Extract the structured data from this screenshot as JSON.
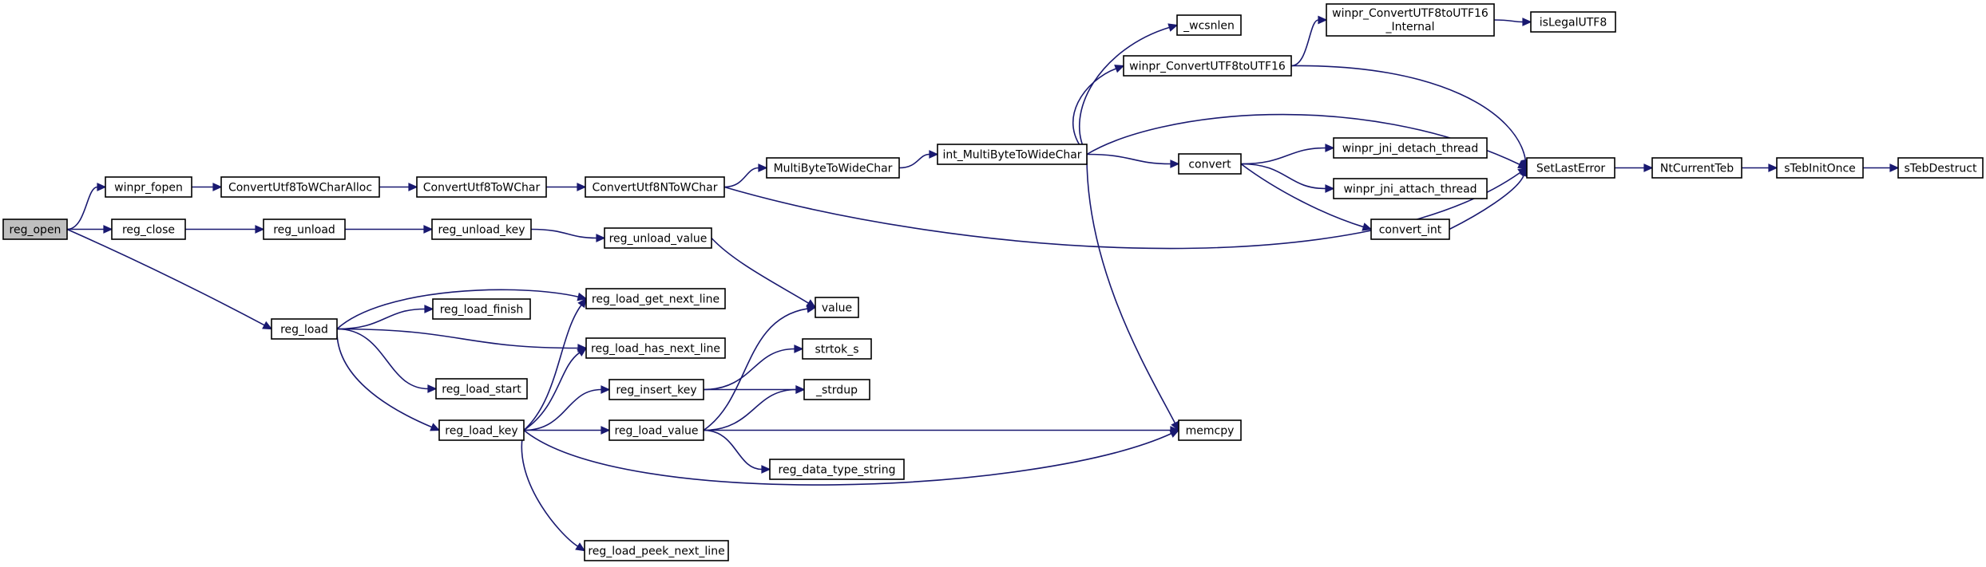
{
  "colors": {
    "edge": "#191970",
    "node_border": "#000000",
    "root_fill": "#bfbfbf",
    "node_fill": "#ffffff"
  },
  "nodes": [
    {
      "id": "reg_open",
      "label": "reg_open",
      "root": true
    },
    {
      "id": "winpr_fopen",
      "label": "winpr_fopen"
    },
    {
      "id": "reg_close",
      "label": "reg_close"
    },
    {
      "id": "reg_load",
      "label": "reg_load"
    },
    {
      "id": "ConvertUtf8ToWCharAlloc",
      "label": "ConvertUtf8ToWCharAlloc"
    },
    {
      "id": "ConvertUtf8ToWChar",
      "label": "ConvertUtf8ToWChar"
    },
    {
      "id": "ConvertUtf8NToWChar",
      "label": "ConvertUtf8NToWChar"
    },
    {
      "id": "MultiByteToWideChar",
      "label": "MultiByteToWideChar"
    },
    {
      "id": "int_MultiByteToWideChar",
      "label": "int_MultiByteToWideChar"
    },
    {
      "id": "_wcsnlen",
      "label": "_wcsnlen"
    },
    {
      "id": "winpr_ConvertUTF8toUTF16",
      "label": "winpr_ConvertUTF8toUTF16"
    },
    {
      "id": "winpr_ConvertUTF8toUTF16_Internal",
      "label": "winpr_ConvertUTF8toUTF16",
      "label2": "_Internal"
    },
    {
      "id": "isLegalUTF8",
      "label": "isLegalUTF8"
    },
    {
      "id": "convert",
      "label": "convert"
    },
    {
      "id": "winpr_jni_detach_thread",
      "label": "winpr_jni_detach_thread"
    },
    {
      "id": "winpr_jni_attach_thread",
      "label": "winpr_jni_attach_thread"
    },
    {
      "id": "convert_int",
      "label": "convert_int"
    },
    {
      "id": "SetLastError",
      "label": "SetLastError"
    },
    {
      "id": "NtCurrentTeb",
      "label": "NtCurrentTeb"
    },
    {
      "id": "sTebInitOnce",
      "label": "sTebInitOnce"
    },
    {
      "id": "sTebDestruct",
      "label": "sTebDestruct"
    },
    {
      "id": "memcpy",
      "label": "memcpy"
    },
    {
      "id": "reg_unload",
      "label": "reg_unload"
    },
    {
      "id": "reg_unload_key",
      "label": "reg_unload_key"
    },
    {
      "id": "reg_unload_value",
      "label": "reg_unload_value"
    },
    {
      "id": "value",
      "label": "value"
    },
    {
      "id": "reg_load_finish",
      "label": "reg_load_finish"
    },
    {
      "id": "reg_load_get_next_line",
      "label": "reg_load_get_next_line"
    },
    {
      "id": "reg_load_has_next_line",
      "label": "reg_load_has_next_line"
    },
    {
      "id": "reg_load_start",
      "label": "reg_load_start"
    },
    {
      "id": "reg_load_key",
      "label": "reg_load_key"
    },
    {
      "id": "reg_insert_key",
      "label": "reg_insert_key"
    },
    {
      "id": "strtok_s",
      "label": "strtok_s"
    },
    {
      "id": "_strdup",
      "label": "_strdup"
    },
    {
      "id": "reg_load_value",
      "label": "reg_load_value"
    },
    {
      "id": "reg_data_type_string",
      "label": "reg_data_type_string"
    },
    {
      "id": "reg_load_peek_next_line",
      "label": "reg_load_peek_next_line"
    }
  ],
  "edges": [
    [
      "reg_open",
      "winpr_fopen"
    ],
    [
      "reg_open",
      "reg_close"
    ],
    [
      "reg_open",
      "reg_load"
    ],
    [
      "winpr_fopen",
      "ConvertUtf8ToWCharAlloc"
    ],
    [
      "ConvertUtf8ToWCharAlloc",
      "ConvertUtf8ToWChar"
    ],
    [
      "ConvertUtf8ToWChar",
      "ConvertUtf8NToWChar"
    ],
    [
      "ConvertUtf8NToWChar",
      "MultiByteToWideChar"
    ],
    [
      "ConvertUtf8NToWChar",
      "SetLastError"
    ],
    [
      "MultiByteToWideChar",
      "int_MultiByteToWideChar"
    ],
    [
      "int_MultiByteToWideChar",
      "_wcsnlen"
    ],
    [
      "int_MultiByteToWideChar",
      "winpr_ConvertUTF8toUTF16"
    ],
    [
      "int_MultiByteToWideChar",
      "SetLastError"
    ],
    [
      "int_MultiByteToWideChar",
      "convert"
    ],
    [
      "int_MultiByteToWideChar",
      "memcpy"
    ],
    [
      "winpr_ConvertUTF8toUTF16",
      "winpr_ConvertUTF8toUTF16_Internal"
    ],
    [
      "winpr_ConvertUTF8toUTF16",
      "SetLastError"
    ],
    [
      "winpr_ConvertUTF8toUTF16_Internal",
      "isLegalUTF8"
    ],
    [
      "convert",
      "winpr_jni_detach_thread"
    ],
    [
      "convert",
      "winpr_jni_attach_thread"
    ],
    [
      "convert",
      "convert_int"
    ],
    [
      "convert_int",
      "SetLastError"
    ],
    [
      "SetLastError",
      "NtCurrentTeb"
    ],
    [
      "NtCurrentTeb",
      "sTebInitOnce"
    ],
    [
      "sTebInitOnce",
      "sTebDestruct"
    ],
    [
      "reg_close",
      "reg_unload"
    ],
    [
      "reg_unload",
      "reg_unload_key"
    ],
    [
      "reg_unload_key",
      "reg_unload_value"
    ],
    [
      "reg_unload_value",
      "value"
    ],
    [
      "reg_load",
      "reg_load_get_next_line"
    ],
    [
      "reg_load",
      "reg_load_finish"
    ],
    [
      "reg_load",
      "reg_load_has_next_line"
    ],
    [
      "reg_load",
      "reg_load_start"
    ],
    [
      "reg_load",
      "reg_load_key"
    ],
    [
      "reg_load_key",
      "reg_load_get_next_line"
    ],
    [
      "reg_load_key",
      "reg_load_has_next_line"
    ],
    [
      "reg_load_key",
      "reg_insert_key"
    ],
    [
      "reg_load_key",
      "reg_load_value"
    ],
    [
      "reg_load_key",
      "memcpy"
    ],
    [
      "reg_load_key",
      "reg_load_peek_next_line"
    ],
    [
      "reg_insert_key",
      "strtok_s"
    ],
    [
      "reg_insert_key",
      "_strdup"
    ],
    [
      "reg_load_value",
      "value"
    ],
    [
      "reg_load_value",
      "_strdup"
    ],
    [
      "reg_load_value",
      "memcpy"
    ],
    [
      "reg_load_value",
      "reg_data_type_string"
    ]
  ]
}
